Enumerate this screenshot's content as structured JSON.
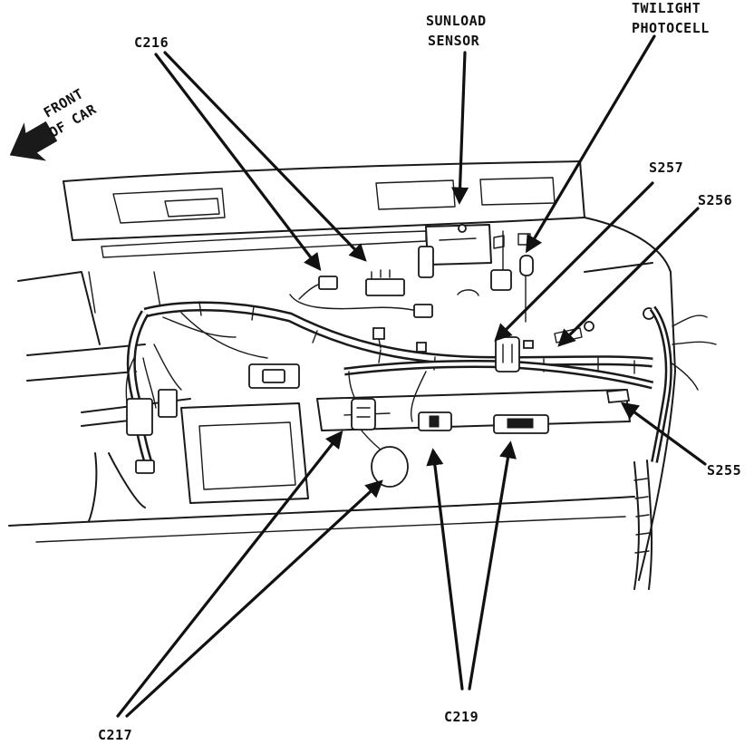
{
  "labels": {
    "front_of_car_line1": "FRONT",
    "front_of_car_line2": "OF CAR",
    "c216": "C216",
    "sunload_line1": "SUNLOAD",
    "sunload_line2": "SENSOR",
    "twilight_line1": "TWILIGHT",
    "twilight_line2": "PHOTOCELL",
    "s257": "S257",
    "s256": "S256",
    "s255": "S255",
    "c217": "C217",
    "c219": "C219"
  },
  "colors": {
    "ink": "#1a1a1a",
    "paper": "#ffffff"
  }
}
